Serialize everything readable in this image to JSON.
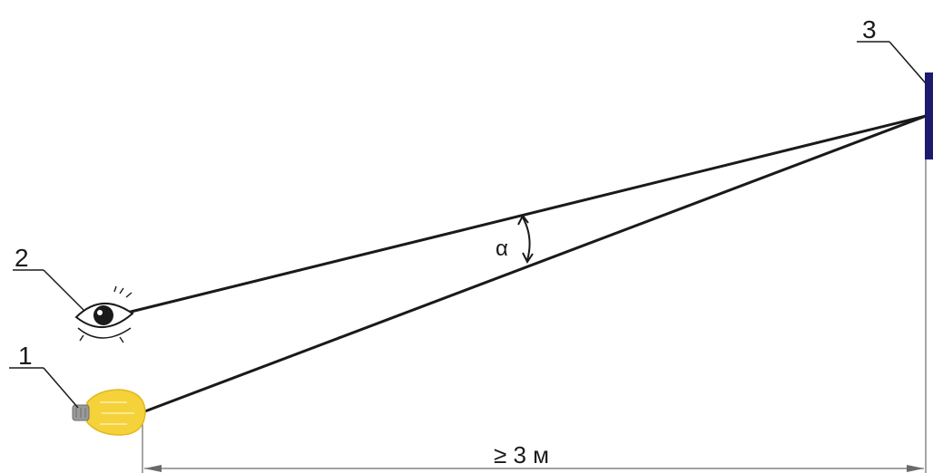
{
  "labels": {
    "light_source": "1",
    "observer": "2",
    "reflector": "3"
  },
  "angle_symbol": "α",
  "distance_label": "≥ 3 м",
  "colors": {
    "line": "#1a1a1a",
    "reflector": "#1e1a6e",
    "bulb": "#f5d23a",
    "bulb_base": "#9a9a9a",
    "dim_line": "#6a6a6a"
  }
}
